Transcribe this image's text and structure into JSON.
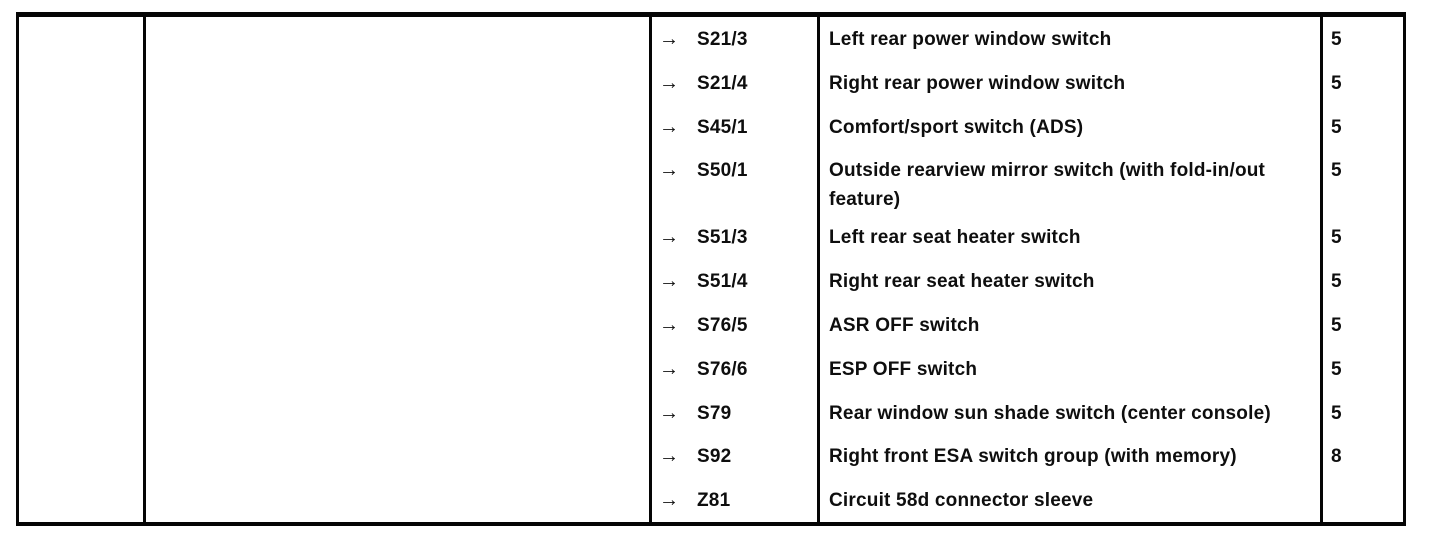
{
  "table": {
    "arrow_glyph": "→",
    "rows": [
      {
        "code": "S21/3",
        "description": "Left rear power window switch",
        "ref": "5"
      },
      {
        "code": "S21/4",
        "description": "Right rear power window switch",
        "ref": "5"
      },
      {
        "code": "S45/1",
        "description": "Comfort/sport switch (ADS)",
        "ref": "5"
      },
      {
        "code": "S50/1",
        "description": "Outside rearview mirror switch (with fold-in/out feature)",
        "ref": "5"
      },
      {
        "code": "S51/3",
        "description": "Left rear seat heater switch",
        "ref": "5"
      },
      {
        "code": "S51/4",
        "description": "Right rear seat heater switch",
        "ref": "5"
      },
      {
        "code": "S76/5",
        "description": "ASR OFF switch",
        "ref": "5"
      },
      {
        "code": "S76/6",
        "description": "ESP OFF switch",
        "ref": "5"
      },
      {
        "code": "S79",
        "description": "Rear window sun shade switch (center console)",
        "ref": "5"
      },
      {
        "code": "S92",
        "description": "Right front ESA switch group (with memory)",
        "ref": "8"
      },
      {
        "code": "Z81",
        "description": "Circuit 58d connector sleeve",
        "ref": ""
      }
    ]
  }
}
